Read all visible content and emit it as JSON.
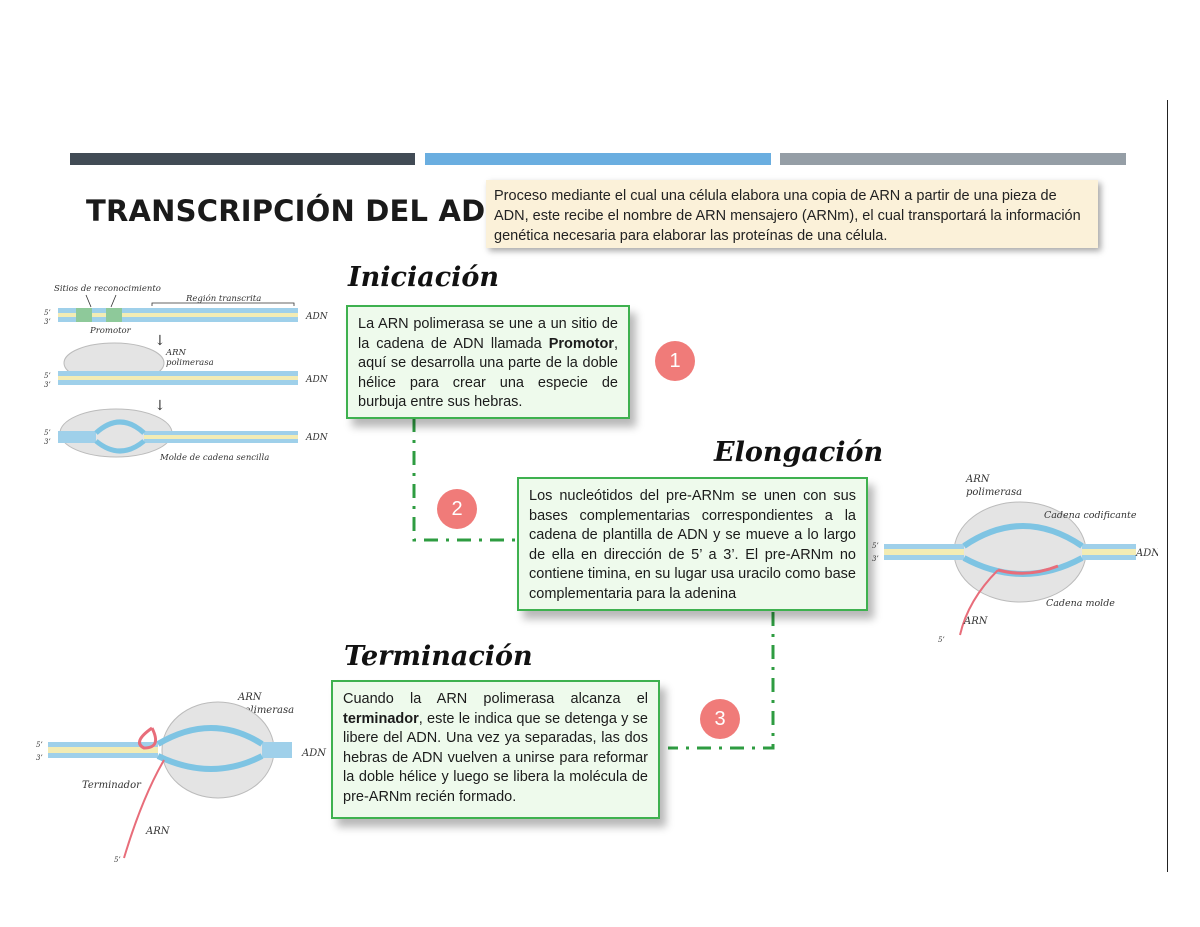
{
  "title": "TRANSCRIPCIÓN DEL ADN",
  "intro": "Proceso mediante el cual una célula elabora una copia de ARN a partir de una pieza de ADN, este recibe el nombre de ARN mensajero (ARNm), el cual transportará la información genética necesaria para elaborar las proteínas de una célula.",
  "colors": {
    "bar1": "#414b55",
    "bar2": "#6aaee0",
    "bar3": "#959ea6",
    "box_border": "#3eb14f",
    "step_circle": "#f07b79",
    "connector": "#2e9c41"
  },
  "steps": [
    {
      "heading": "Iniciación",
      "number": "1",
      "text": {
        "pre": "La ARN polimerasa se une a un sitio de la cadena de ADN llamada ",
        "bold": "Promotor",
        "post": ", aquí se desarrolla una parte de la doble hélice para crear una especie de burbuja entre sus hebras."
      }
    },
    {
      "heading": "Elongación",
      "number": "2",
      "text": {
        "pre": "Los nucleótidos del pre-ARNm se unen con sus bases complementarias correspondientes a la cadena de plantilla de ADN y se mueve a lo largo de ella en dirección de 5’ a 3’. El pre-ARNm no contiene timina, en su lugar usa uracilo como base complementaria para la adenina",
        "bold": "",
        "post": ""
      }
    },
    {
      "heading": "Terminación",
      "number": "3",
      "text": {
        "pre": "Cuando la ARN polimerasa alcanza el ",
        "bold": "terminador",
        "post": ", este le indica que se detenga y se libere del ADN. Una vez ya separadas, las dos hebras de ADN vuelven a unirse para reformar la doble hélice y luego se libera la molécula de pre-ARNm recién formado."
      }
    }
  ],
  "figures": {
    "initiation": {
      "sitios": "Sitios de reconocimiento",
      "region": "Región transcrita",
      "promotor": "Promotor",
      "adn": "ADN",
      "arn_polimerasa": [
        "ARN",
        "polimerasa"
      ],
      "molde": "Molde de cadena sencilla",
      "five": "5’",
      "three": "3’"
    },
    "elongation": {
      "arn_polimerasa": [
        "ARN",
        "polimerasa"
      ],
      "codificante": "Cadena codificante",
      "molde": "Cadena molde",
      "adn": "ADN",
      "arn": "ARN",
      "five": "5’",
      "three": "3’"
    },
    "termination": {
      "arn_polimerasa": [
        "ARN",
        "polimerasa"
      ],
      "terminador": "Terminador",
      "adn": "ADN",
      "arn": "ARN",
      "five": "5’",
      "three": "3’"
    }
  }
}
